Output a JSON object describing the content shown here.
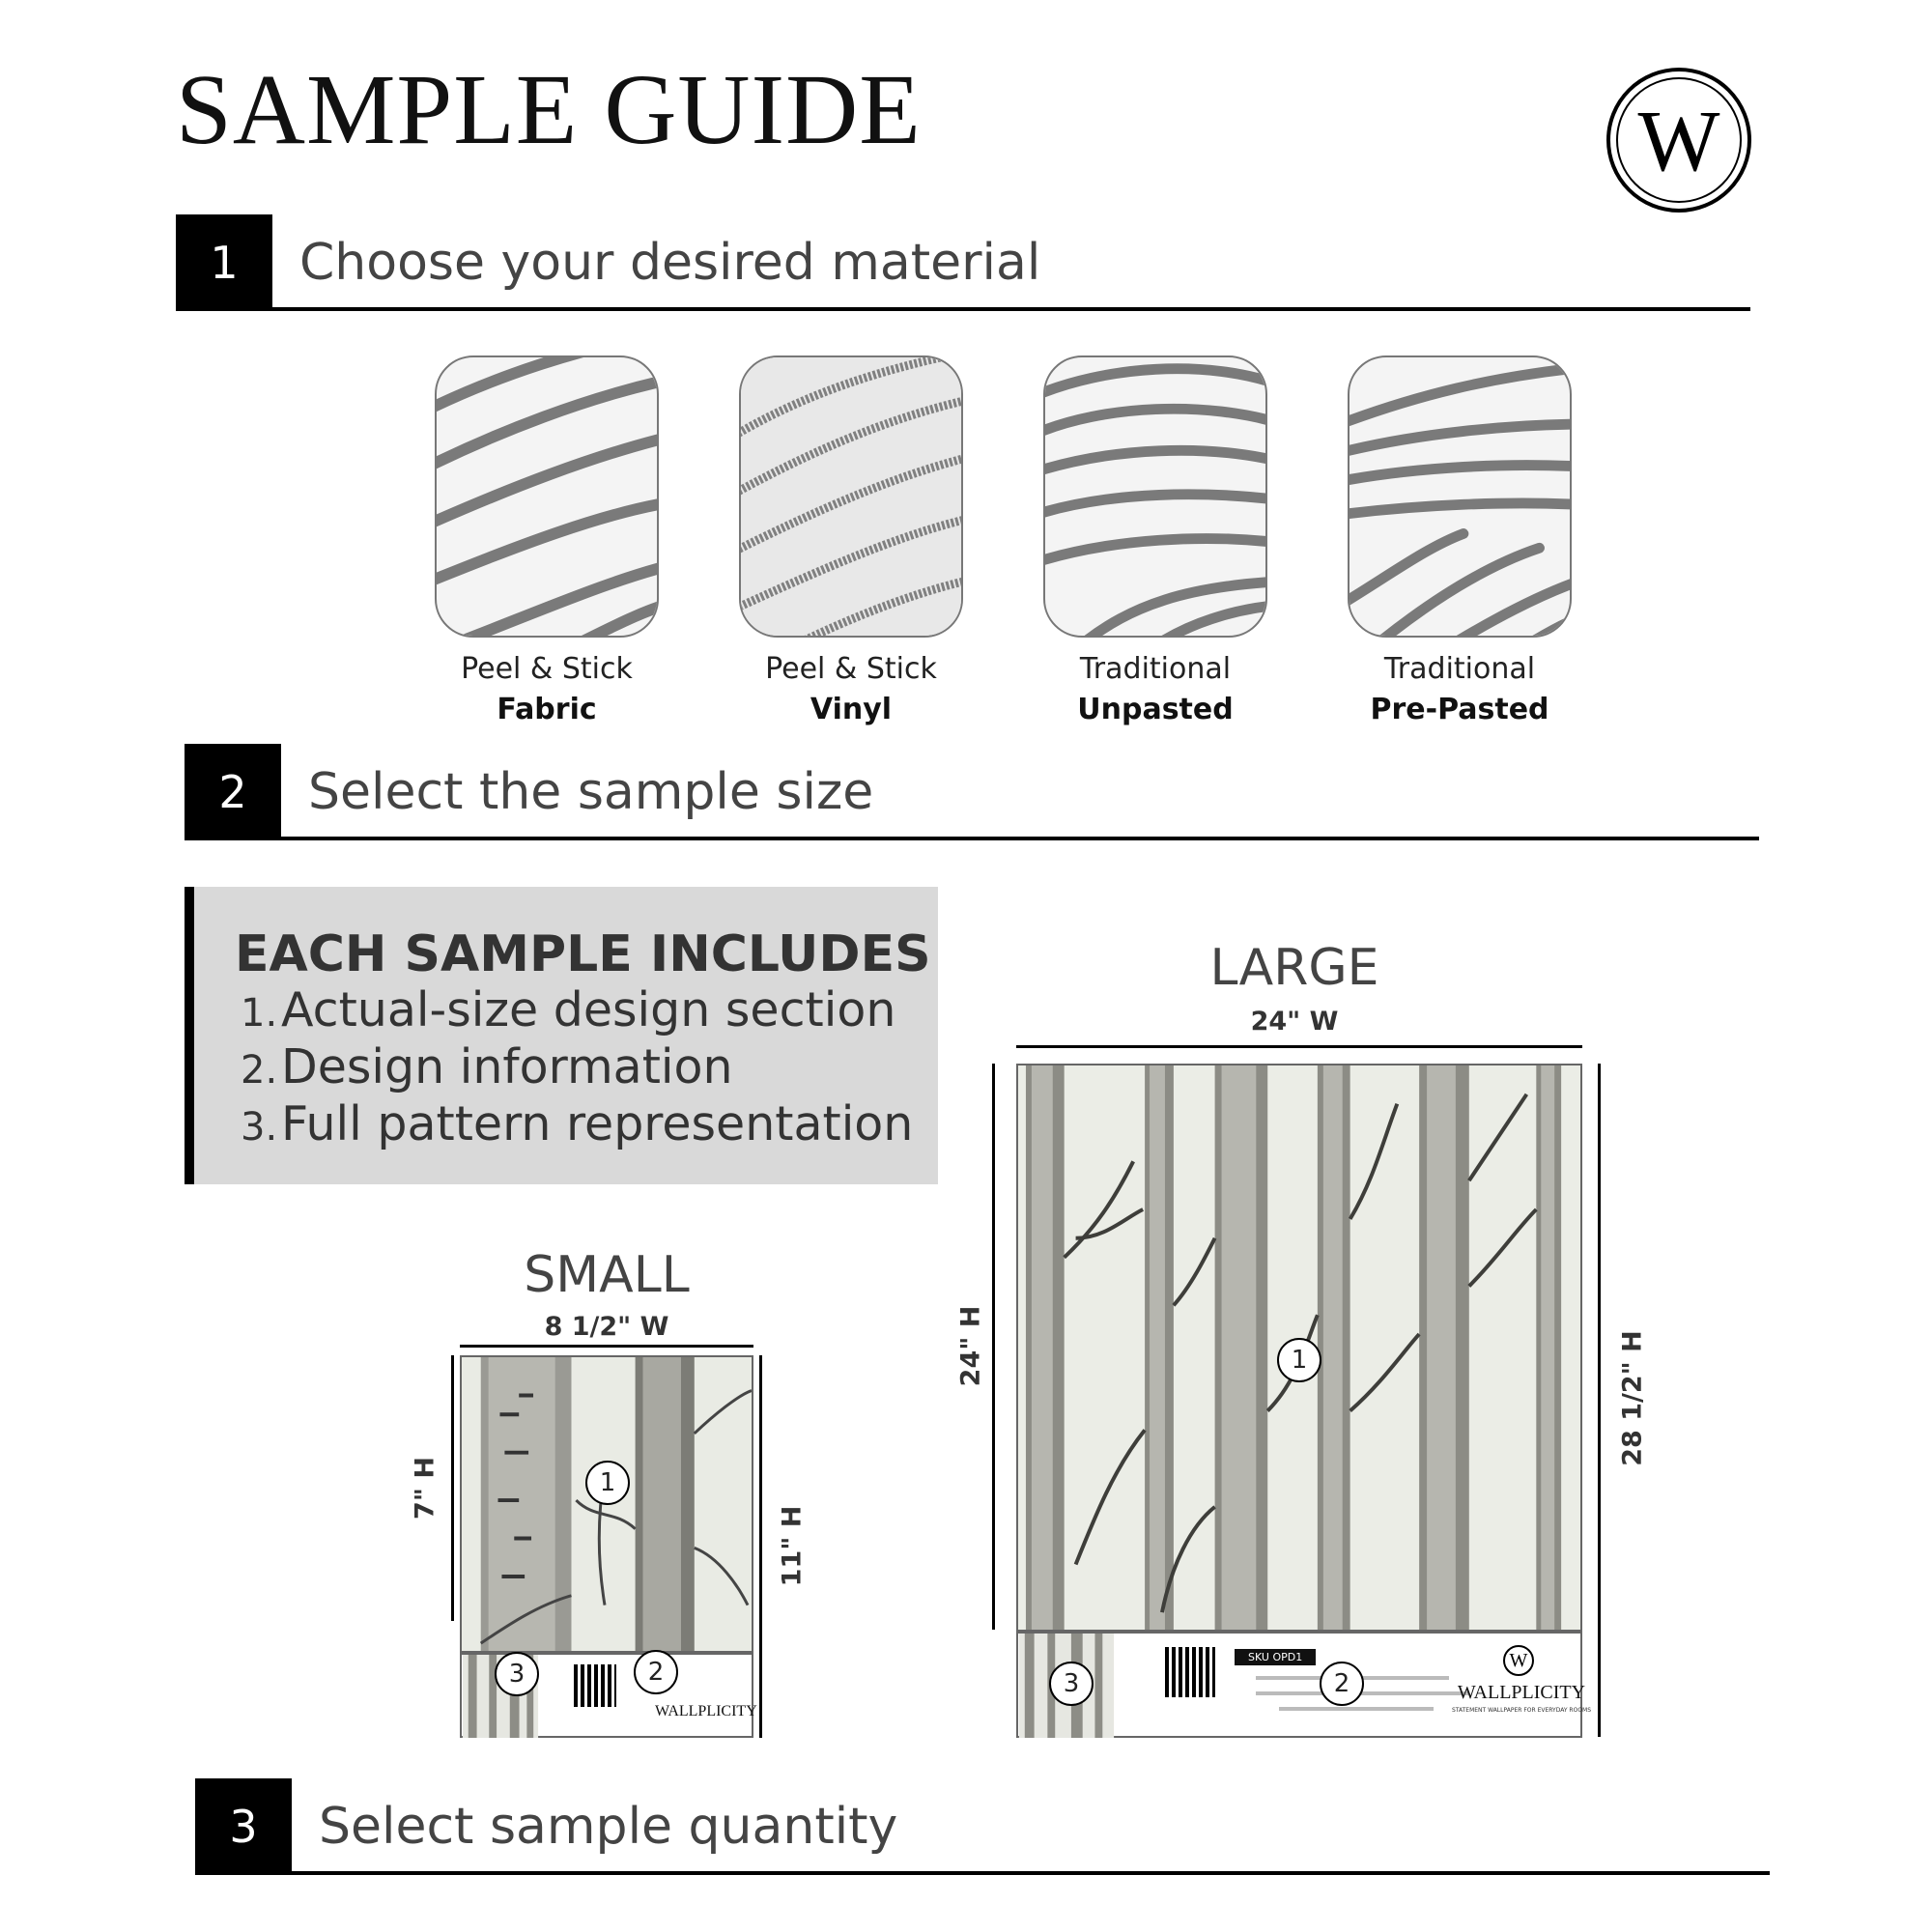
{
  "title": "SAMPLE GUIDE",
  "logo": {
    "letter": "W",
    "icon": "wallplicity-logo"
  },
  "steps": [
    {
      "number": "1",
      "label": "Choose your desired material"
    },
    {
      "number": "2",
      "label": "Select the sample size"
    },
    {
      "number": "3",
      "label": "Select sample quantity"
    }
  ],
  "materials": [
    {
      "line1": "Peel & Stick",
      "line2": "Fabric"
    },
    {
      "line1": "Peel & Stick",
      "line2": "Vinyl"
    },
    {
      "line1": "Traditional",
      "line2": "Unpasted"
    },
    {
      "line1": "Traditional",
      "line2": "Pre-Pasted"
    }
  ],
  "includes": {
    "heading": "EACH SAMPLE INCLUDES",
    "items": [
      {
        "num": "1.",
        "text": "Actual-size design section"
      },
      {
        "num": "2.",
        "text": "Design information"
      },
      {
        "num": "3.",
        "text": "Full pattern representation"
      }
    ]
  },
  "small": {
    "title": "SMALL",
    "width": "8 1/2\" W",
    "art_height": "7\" H",
    "total_height": "11\" H",
    "brand": "WALLPLICITY"
  },
  "large": {
    "title": "LARGE",
    "width": "24\" W",
    "art_height": "24\" H",
    "total_height": "28 1/2\" H",
    "sku": "SKU OPD1",
    "brand": "WALLPLICITY",
    "tagline": "STATEMENT WALLPAPER FOR EVERYDAY ROOMS"
  },
  "markers": [
    "1",
    "2",
    "3"
  ]
}
